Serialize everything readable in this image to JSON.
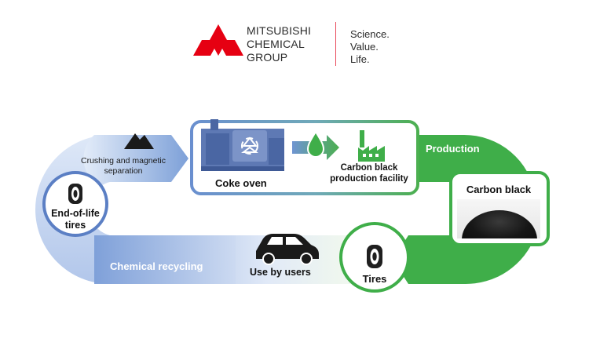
{
  "header": {
    "company_lines": [
      "MITSUBISHI",
      "CHEMICAL",
      "GROUP"
    ],
    "tagline_lines": [
      "Science.",
      "Value.",
      "Life."
    ],
    "brand_color": "#e60012"
  },
  "diagram": {
    "crushing_label_lines": [
      "Crushing and magnetic",
      "separation"
    ],
    "coke_oven_label": "Coke oven",
    "facility_label_lines": [
      "Carbon black",
      "production facility"
    ],
    "production_label": "Production",
    "carbon_black_label": "Carbon black",
    "end_of_life_label_lines": [
      "End-of-life",
      "tires"
    ],
    "chemical_recycling_label": "Chemical recycling",
    "use_by_users_label": "Use by users",
    "tires_label": "Tires",
    "colors": {
      "blue_dark": "#6a8fcf",
      "blue_light": "#c9d9f2",
      "green": "#3fae49",
      "green_light": "#8fd68a"
    }
  }
}
